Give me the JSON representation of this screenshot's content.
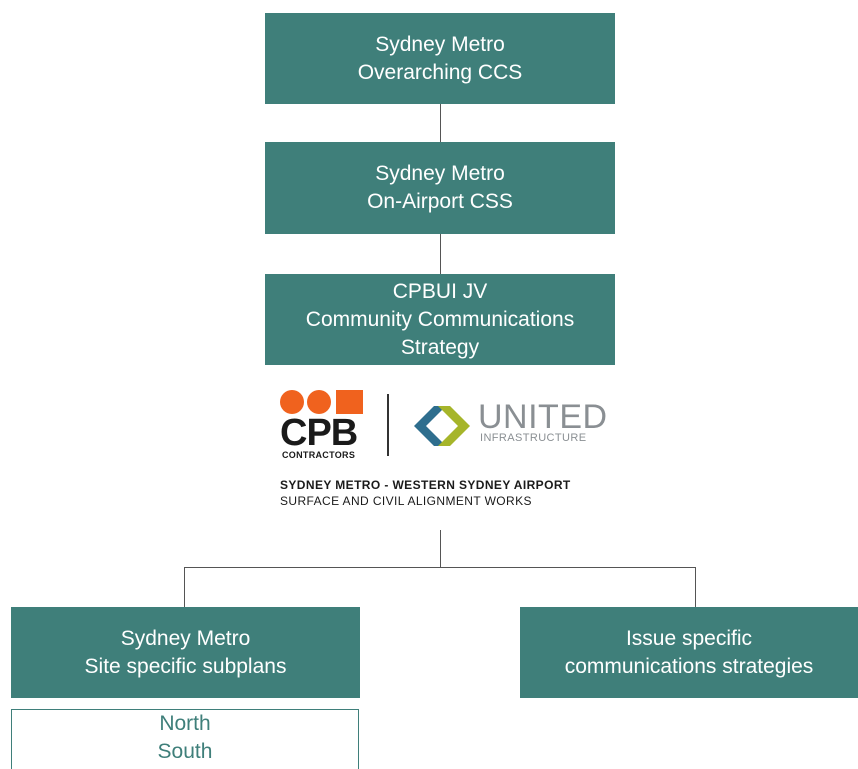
{
  "nodes": {
    "overarching": {
      "line1": "Sydney Metro",
      "line2": "Overarching CCS"
    },
    "on_airport": {
      "line1": "Sydney Metro",
      "line2": "On-Airport CSS"
    },
    "cpbui": {
      "line1": "CPBUI JV",
      "line2": "Community Communications",
      "line3": "Strategy"
    },
    "site_specific": {
      "line1": "Sydney Metro",
      "line2": "Site specific subplans"
    },
    "issue_specific": {
      "line1": "Issue specific",
      "line2": "communications strategies"
    }
  },
  "subplans": [
    "North",
    "South"
  ],
  "logo": {
    "cpb_word": "CPB",
    "cpb_sub": "CONTRACTORS",
    "united_title": "UNITED",
    "united_sub": "INFRASTRUCTURE",
    "tagline_1": "SYDNEY METRO - WESTERN SYDNEY AIRPORT",
    "tagline_2": "SURFACE AND CIVIL ALIGNMENT WORKS"
  },
  "colors": {
    "box": "#3f7f7a",
    "cpb_orange": "#f0621e",
    "united_green": "#a6b52a",
    "united_blue": "#2e6e8e"
  }
}
